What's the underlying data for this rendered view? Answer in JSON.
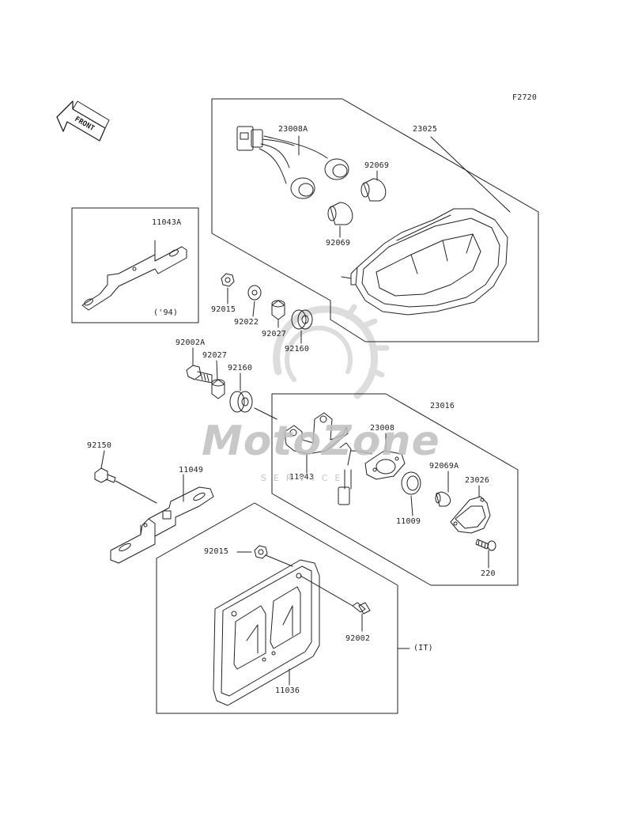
{
  "figure_code": "F2720",
  "direction_label": "FRONT",
  "watermark": {
    "brand": "MotoZone",
    "tagline": "SERVICE"
  },
  "labels": {
    "p23008A": "23008A",
    "p23025": "23025",
    "p92069_top": "92069",
    "p92069_bottom": "92069",
    "p11043A": "11043A",
    "year_note": "('94)",
    "p92015_top": "92015",
    "p92022": "92022",
    "p92027_a": "92027",
    "p92160_a": "92160",
    "p92002A": "92002A",
    "p92027_b": "92027",
    "p92160_b": "92160",
    "p23016": "23016",
    "p23008": "23008",
    "p11043": "11043",
    "p92069A": "92069A",
    "p23026": "23026",
    "p92150": "92150",
    "p11049": "11049",
    "p11009": "11009",
    "p220": "220",
    "p92015_bottom": "92015",
    "p92002": "92002",
    "country_note": "(IT)",
    "p11036": "11036"
  },
  "colors": {
    "line": "#222222",
    "watermark": "#bfbfbf",
    "background": "#ffffff"
  }
}
